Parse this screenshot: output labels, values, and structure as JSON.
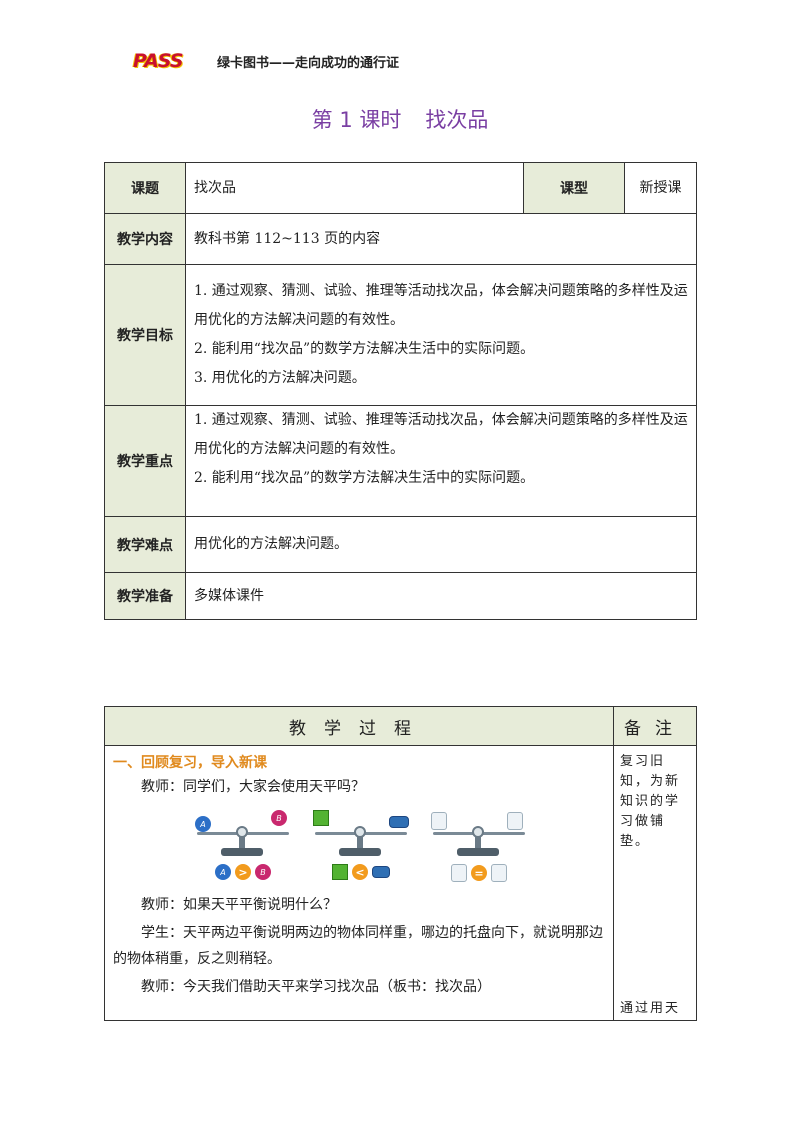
{
  "header": {
    "logo_text": "PASS",
    "slogan": "绿卡图书——走向成功的通行证"
  },
  "title": {
    "lesson": "第 1 课时",
    "topic": "找次品"
  },
  "info": {
    "rows": [
      {
        "label": "课题",
        "value": "找次品",
        "type_label": "课型",
        "type_value": "新授课"
      },
      {
        "label": "教学内容",
        "value": "教科书第 112~113 页的内容"
      },
      {
        "label": "教学目标",
        "items": [
          "1.  通过观察、猜测、试验、推理等活动找次品，体会解决问题策略的多样性及运用优化的方法解决问题的有效性。",
          "2.  能利用“找次品”的数学方法解决生活中的实际问题。",
          "3.  用优化的方法解决问题。"
        ]
      },
      {
        "label": "教学重点",
        "items": [
          "1.  通过观察、猜测、试验、推理等活动找次品，体会解决问题策略的多样性及运用优化的方法解决问题的有效性。",
          "2.  能利用“找次品”的数学方法解决生活中的实际问题。"
        ]
      },
      {
        "label": "教学难点",
        "value": "用优化的方法解决问题。"
      },
      {
        "label": "教学准备",
        "value": "多媒体课件"
      }
    ]
  },
  "process": {
    "header_main": "教学过程",
    "header_note": "备注",
    "section1_title": "一、回顾复习，导入新课",
    "lines": [
      "教师：同学们，大家会使用天平吗？",
      "教师：如果天平平衡说明什么？",
      "学生：天平两边平衡说明两边的物体同样重，哪边的托盘向下，就说明那边的物体稍重，反之则稍轻。",
      "教师：今天我们借助天平来学习找次品（板书：找次品）"
    ],
    "note1": "复习旧知，为新知识的学习做铺垫。",
    "note2": "通过用天",
    "scales": [
      {
        "left": "A",
        "right": "B",
        "symbol": ">"
      },
      {
        "left": "cube",
        "right": "cylinder",
        "symbol": "<"
      },
      {
        "left": "jar",
        "right": "jar",
        "symbol": "="
      }
    ]
  }
}
